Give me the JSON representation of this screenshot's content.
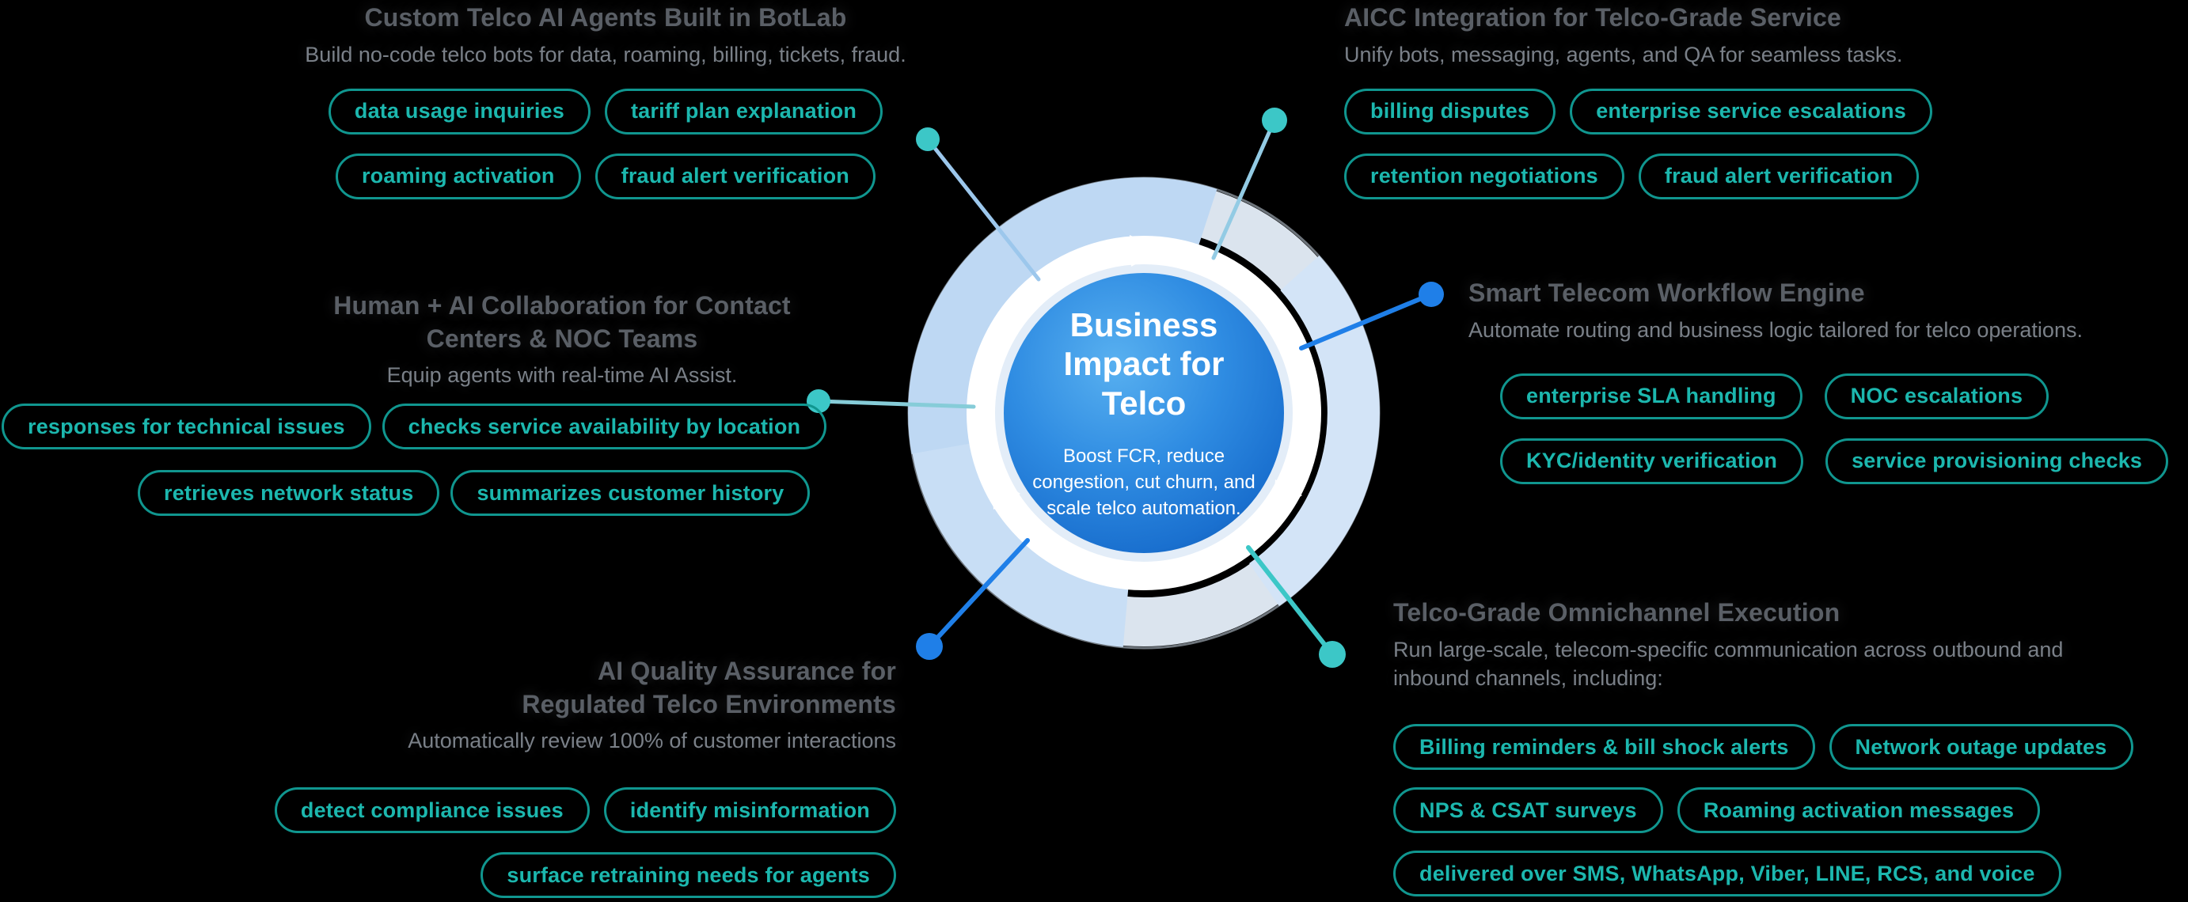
{
  "colors": {
    "background": "#000000",
    "pill_border": "#10968f",
    "pill_text": "#1cb7ae",
    "title_gray": "#5a5f66",
    "subtitle_gray": "#7a8088",
    "accent_blue": "#1f7fe8",
    "accent_teal": "#3cc7c7",
    "center_blue_light": "#58b0f0",
    "center_blue_dark": "#0d57ae"
  },
  "center": {
    "title": "Business Impact for Telco",
    "description": "Boost FCR, reduce congestion, cut churn, and scale telco automation."
  },
  "sections": {
    "botlab": {
      "title": "Custom Telco AI Agents Built in BotLab",
      "subtitle": "Build no-code telco bots for data, roaming, billing, tickets, fraud.",
      "pills": [
        "data usage inquiries",
        "tariff plan explanation",
        "roaming activation",
        "fraud alert verification"
      ]
    },
    "aicc": {
      "title": "AICC Integration for Telco-Grade Service",
      "subtitle": "Unify bots, messaging, agents, and QA for seamless tasks.",
      "pills": [
        "billing disputes",
        "enterprise service escalations",
        "retention negotiations",
        "fraud alert verification"
      ]
    },
    "collab": {
      "title": "Human + AI Collaboration for Contact Centers & NOC Teams",
      "subtitle": "Equip agents with real-time AI Assist.",
      "pills": [
        "responses for technical issues",
        "checks service availability by location",
        "retrieves network status",
        "summarizes customer history"
      ]
    },
    "workflow": {
      "title": "Smart Telecom Workflow Engine",
      "subtitle": "Automate routing and business logic tailored for telco operations.",
      "pills": [
        "enterprise SLA handling",
        "NOC escalations",
        "KYC/identity verification",
        "service provisioning checks"
      ]
    },
    "qa": {
      "title": "AI Quality Assurance for Regulated Telco Environments",
      "subtitle": "Automatically review 100% of customer interactions",
      "pills": [
        "detect compliance issues",
        "identify misinformation",
        "surface retraining needs for agents"
      ]
    },
    "omni": {
      "title": "Telco-Grade Omnichannel Execution",
      "subtitle": "Run large-scale, telecom-specific communication across outbound and inbound channels, including:",
      "pills": [
        "Billing reminders & bill shock alerts",
        "Network outage updates",
        "NPS & CSAT surveys",
        "Roaming activation messages",
        "delivered over SMS, WhatsApp, Viber, LINE, RCS, and voice"
      ]
    }
  }
}
